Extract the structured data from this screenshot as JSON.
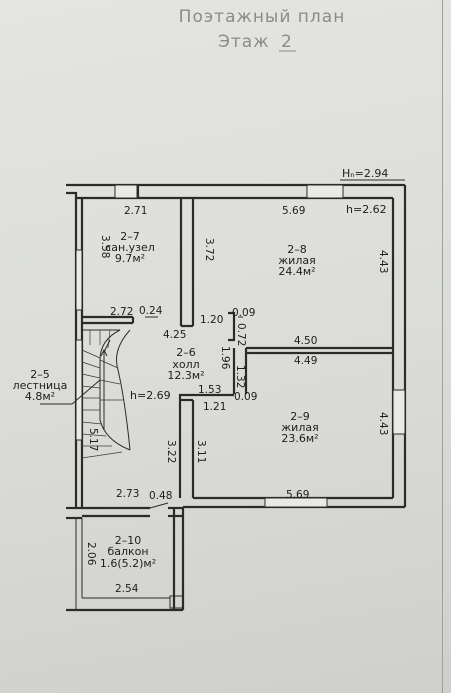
{
  "title": {
    "line1": "Поэтажный план",
    "line2_prefix": "Этаж ",
    "line2_number": "2"
  },
  "rooms": {
    "bathroom": {
      "number": "2–7",
      "name": "сан.узел",
      "area": "9.7м²"
    },
    "living_1": {
      "number": "2–8",
      "name": "жилая",
      "area": "24.4м²"
    },
    "stairs": {
      "number": "2–5",
      "name": "лестница",
      "area": "4.8м²"
    },
    "hall": {
      "number": "2–6",
      "name": "холл",
      "area": "12.3м²"
    },
    "living_2": {
      "number": "2–9",
      "name": "жилая",
      "area": "23.6м²"
    },
    "balcony": {
      "number": "2–10",
      "name": "балкон",
      "area": "1.6(5.2)м²"
    }
  },
  "heights": {
    "ridge": "Hₙ=2.94",
    "living_1": "h=2.62",
    "stairs": "h=2.69"
  },
  "dimensions": {
    "bath_top": "2.71",
    "bath_side": "3.58",
    "bath_right": "3.72",
    "liv1_top": "5.69",
    "liv1_right": "4.43",
    "hall_top": "2.72",
    "hall_door": "0.24",
    "hall_left": "4.25",
    "hall_wall": "1.20",
    "niche_top": "0.09",
    "niche_side": "0.72",
    "partition_top": "4.50",
    "partition_bottom": "4.49",
    "hall_wall_2": "1.96",
    "hall_wall_3": "1.32",
    "hall_bottom": "1.53",
    "hall_bottom_2": "1.21",
    "niche_bottom": "0.09",
    "stairs_side": "5.17",
    "hall_lower": "3.22",
    "liv2_left": "3.11",
    "liv2_right": "4.43",
    "liv2_bottom": "5.69",
    "corr_bottom": "2.73",
    "corr_door": "0.48",
    "balc_side": "2.06",
    "balc_bottom": "2.54"
  }
}
